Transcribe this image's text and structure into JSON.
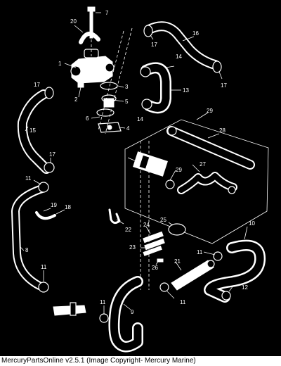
{
  "caption": "MercuryPartsOnline v2.5.1 (Image Copyright- Mercury Marine)",
  "callouts": {
    "n1": "1",
    "n2": "2",
    "n3": "3",
    "n4": "4",
    "n5": "5",
    "n6": "6",
    "n7": "7",
    "n8": "8",
    "n9": "9",
    "n10": "10",
    "n11a": "11",
    "n11b": "11",
    "n11c": "11",
    "n11d": "11",
    "n11e": "11",
    "n12": "12",
    "n13": "13",
    "n14a": "14",
    "n14b": "14",
    "n15": "15",
    "n16": "16",
    "n17a": "17",
    "n17b": "17",
    "n17c": "17",
    "n17d": "17",
    "n18": "18",
    "n19": "19",
    "n20": "20",
    "n21": "21",
    "n22": "22",
    "n23": "23",
    "n24": "24",
    "n25": "25",
    "n26": "26",
    "n27": "27",
    "n28": "28",
    "n29a": "29",
    "n29b": "29"
  }
}
